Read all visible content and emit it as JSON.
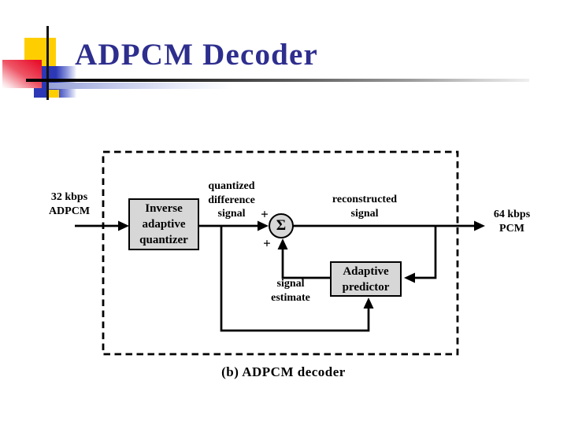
{
  "slide": {
    "title": "ADPCM Decoder"
  },
  "colors": {
    "title_blue": "#2e2e8e",
    "deco_yellow": "#ffce00",
    "deco_red": "#e8112d",
    "deco_blue": "#2c38b5",
    "block_fill": "#d7d7d7",
    "wire_black": "#000000"
  },
  "diagram": {
    "caption": "(b) ADPCM decoder",
    "labels": {
      "input": [
        "32 kbps",
        "ADPCM"
      ],
      "quantized": [
        "quantized",
        "difference",
        "signal"
      ],
      "reconstructed": [
        "reconstructed",
        "signal"
      ],
      "output": [
        "64 kbps",
        "PCM"
      ],
      "estimate": [
        "signal",
        "estimate"
      ]
    },
    "blocks": {
      "quantizer": [
        "Inverse",
        "adaptive",
        "quantizer"
      ],
      "predictor": [
        "Adaptive",
        "predictor"
      ]
    },
    "sum": {
      "symbol": "Σ",
      "plus_top": "+",
      "plus_bottom": "+"
    }
  }
}
